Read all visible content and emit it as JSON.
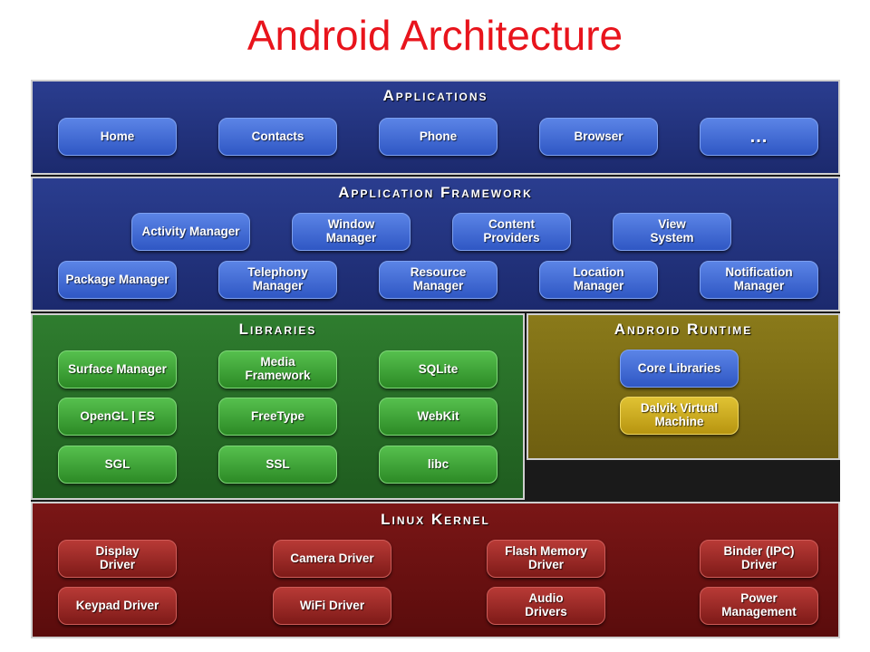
{
  "title": "Android Architecture",
  "layers": {
    "applications": {
      "title": "Applications",
      "items": [
        "Home",
        "Contacts",
        "Phone",
        "Browser",
        "..."
      ]
    },
    "framework": {
      "title": "Application Framework",
      "row1": [
        "Activity Manager",
        "Window\nManager",
        "Content\nProviders",
        "View\nSystem"
      ],
      "row2": [
        "Package Manager",
        "Telephony\nManager",
        "Resource\nManager",
        "Location\nManager",
        "Notification\nManager"
      ]
    },
    "libraries": {
      "title": "Libraries",
      "items": [
        "Surface Manager",
        "Media\nFramework",
        "SQLite",
        "OpenGL | ES",
        "FreeType",
        "WebKit",
        "SGL",
        "SSL",
        "libc"
      ]
    },
    "runtime": {
      "title": "Android Runtime",
      "items": [
        "Core Libraries",
        "Dalvik Virtual\nMachine"
      ]
    },
    "kernel": {
      "title": "Linux Kernel",
      "row1": [
        "Display\nDriver",
        "Camera Driver",
        "Flash Memory\nDriver",
        "Binder (IPC)\nDriver"
      ],
      "row2": [
        "Keypad Driver",
        "WiFi Driver",
        "Audio\nDrivers",
        "Power\nManagement"
      ]
    }
  },
  "colors": {
    "title": "#e8141c",
    "applications": "#1c2a6e",
    "framework": "#1c2a6e",
    "libraries": "#1f5c1f",
    "runtime": "#6e5e10",
    "kernel": "#5a0c0c"
  }
}
